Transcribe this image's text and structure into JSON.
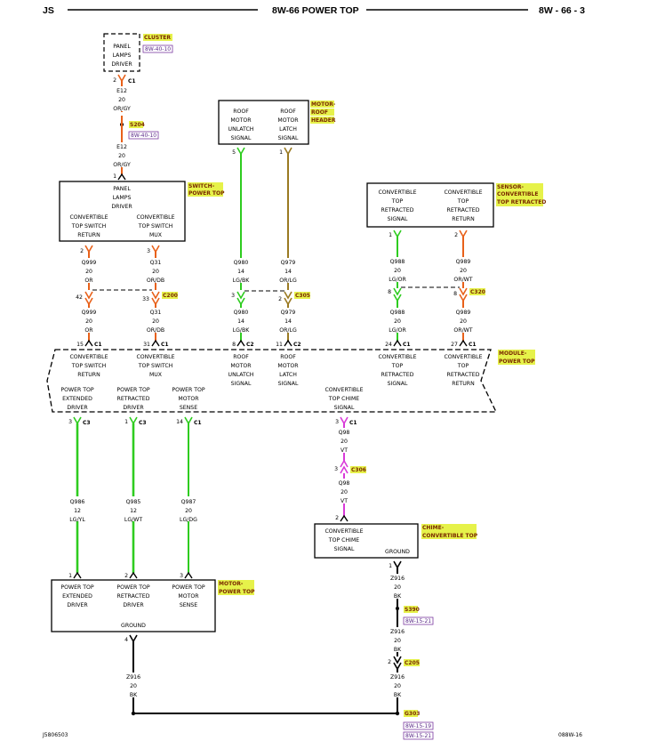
{
  "header": {
    "left": "JS",
    "center": "8W-66 POWER TOP",
    "right": "8W - 66 - 3"
  },
  "footer": {
    "left": "J5806503",
    "right": "088W-16"
  },
  "components": {
    "cluster": {
      "tag": "CLUSTER",
      "ref": "8W-40-10",
      "box": [
        "PANEL",
        "LAMPS",
        "DRIVER"
      ]
    },
    "splice_s204": {
      "tag": "S204",
      "ref": "8W-40-10"
    },
    "roof_header": {
      "tag": [
        "MOTOR-",
        "ROOF",
        "HEADER"
      ],
      "left": [
        "ROOF",
        "MOTOR",
        "UNLATCH",
        "SIGNAL"
      ],
      "right": [
        "ROOF",
        "MOTOR",
        "LATCH",
        "SIGNAL"
      ]
    },
    "switch": {
      "tag": [
        "SWITCH-",
        "POWER TOP"
      ],
      "top": [
        "PANEL",
        "LAMPS",
        "DRIVER"
      ],
      "left": [
        "CONVERTIBLE",
        "TOP SWITCH",
        "RETURN"
      ],
      "right": [
        "CONVERTIBLE",
        "TOP SWITCH",
        "MUX"
      ]
    },
    "sensor": {
      "tag": [
        "SENSOR-",
        "CONVERTIBLE",
        "TOP RETRACTED"
      ],
      "left": [
        "CONVERTIBLE",
        "TOP",
        "RETRACTED",
        "SIGNAL"
      ],
      "right": [
        "CONVERTIBLE",
        "TOP",
        "RETRACTED",
        "RETURN"
      ]
    },
    "module": {
      "tag": [
        "MODULE-",
        "POWER TOP"
      ],
      "upper": [
        [
          "CONVERTIBLE",
          "TOP SWITCH",
          "RETURN"
        ],
        [
          "CONVERTIBLE",
          "TOP SWITCH",
          "MUX"
        ],
        [
          "ROOF",
          "MOTOR",
          "UNLATCH",
          "SIGNAL"
        ],
        [
          "ROOF",
          "MOTOR",
          "LATCH",
          "SIGNAL"
        ],
        [
          "CONVERTIBLE",
          "TOP",
          "RETRACTED",
          "SIGNAL"
        ],
        [
          "CONVERTIBLE",
          "TOP",
          "RETRACTED",
          "RETURN"
        ]
      ],
      "lower": [
        [
          "POWER TOP",
          "EXTENDED",
          "DRIVER"
        ],
        [
          "POWER TOP",
          "RETRACTED",
          "DRIVER"
        ],
        [
          "POWER TOP",
          "MOTOR",
          "SENSE"
        ],
        [
          "CONVERTIBLE",
          "TOP CHIME",
          "SIGNAL"
        ]
      ]
    },
    "motor": {
      "tag": [
        "MOTOR-",
        "POWER TOP"
      ],
      "cols": [
        [
          "POWER TOP",
          "EXTENDED",
          "DRIVER"
        ],
        [
          "POWER TOP",
          "RETRACTED",
          "DRIVER"
        ],
        [
          "POWER TOP",
          "MOTOR",
          "SENSE"
        ]
      ],
      "ground": "GROUND"
    },
    "chime": {
      "tag": [
        "CHIME-",
        "CONVERTIBLE TOP"
      ],
      "box": [
        "CONVERTIBLE",
        "TOP CHIME",
        "SIGNAL"
      ],
      "ground": "GROUND"
    },
    "splice_s390": {
      "tag": "S390",
      "ref": "8W-15-21"
    },
    "ground_g303": {
      "tag": "G303",
      "refs": [
        "8W-15-19",
        "8W-15-21"
      ]
    }
  },
  "connectors": {
    "c1_cluster": {
      "pin": "2",
      "name": "C1"
    },
    "c1_switch_in": {
      "pin": "1",
      "name": ""
    },
    "sw_pin2": {
      "pin": "2",
      "name": ""
    },
    "sw_pin3": {
      "pin": "3",
      "name": ""
    },
    "c200": {
      "pin_left": "42",
      "pin_right": "33",
      "name": "C200"
    },
    "roof_pin5": {
      "pin": "5",
      "name": ""
    },
    "roof_pin1": {
      "pin": "1",
      "name": ""
    },
    "c305": {
      "pin_left": "3",
      "pin_right": "2",
      "name": "C305"
    },
    "sensor_pin1": {
      "pin": "1",
      "name": ""
    },
    "sensor_pin2": {
      "pin": "2",
      "name": ""
    },
    "c320": {
      "pin_left": "8",
      "pin_right": "8",
      "name": "C320"
    },
    "mod_c1_15": {
      "pin": "15",
      "name": "C1"
    },
    "mod_c1_31": {
      "pin": "31",
      "name": "C1"
    },
    "mod_c2_8": {
      "pin": "8",
      "name": "C2"
    },
    "mod_c2_11": {
      "pin": "11",
      "name": "C2"
    },
    "mod_c1_24": {
      "pin": "24",
      "name": "C1"
    },
    "mod_c1_27": {
      "pin": "27",
      "name": "C1"
    },
    "mod_c3_3": {
      "pin": "3",
      "name": "C3"
    },
    "mod_c3_1": {
      "pin": "1",
      "name": "C3"
    },
    "mod_c1_14": {
      "pin": "14",
      "name": "C1"
    },
    "mod_c1_3": {
      "pin": "3",
      "name": "C1"
    },
    "c306": {
      "pin": "3",
      "name": "C306"
    },
    "chime_pin2": {
      "pin": "2",
      "name": ""
    },
    "motor_pin1": {
      "pin": "1",
      "name": ""
    },
    "motor_pin2": {
      "pin": "2",
      "name": ""
    },
    "motor_pin3": {
      "pin": "3",
      "name": ""
    },
    "motor_pin4": {
      "pin": "4",
      "name": ""
    },
    "chime_gnd_pin1": {
      "pin": "1",
      "name": ""
    },
    "c205": {
      "pin": "2",
      "name": "C205"
    }
  },
  "wires": {
    "e12_a": [
      "E12",
      "20",
      "OR/GY"
    ],
    "e12_b": [
      "E12",
      "20",
      "OR/GY"
    ],
    "q999_a": [
      "Q999",
      "20",
      "OR"
    ],
    "q999_b": [
      "Q999",
      "20",
      "OR"
    ],
    "q31_a": [
      "Q31",
      "20",
      "OR/DB"
    ],
    "q31_b": [
      "Q31",
      "20",
      "OR/DB"
    ],
    "q980_a": [
      "Q980",
      "14",
      "LG/BK"
    ],
    "q980_b": [
      "Q980",
      "14",
      "LG/BK"
    ],
    "q979_a": [
      "Q979",
      "14",
      "OR/LG"
    ],
    "q979_b": [
      "Q979",
      "14",
      "OR/LG"
    ],
    "q988_a": [
      "Q988",
      "20",
      "LG/OR"
    ],
    "q988_b": [
      "Q988",
      "20",
      "LG/OR"
    ],
    "q989_a": [
      "Q989",
      "20",
      "OR/WT"
    ],
    "q989_b": [
      "Q989",
      "20",
      "OR/WT"
    ],
    "q986": [
      "Q986",
      "12",
      "LG/YL"
    ],
    "q985": [
      "Q985",
      "12",
      "LG/WT"
    ],
    "q987": [
      "Q987",
      "20",
      "LG/DG"
    ],
    "q98_a": [
      "Q98",
      "20",
      "VT"
    ],
    "q98_b": [
      "Q98",
      "20",
      "VT"
    ],
    "z916_a": [
      "Z916",
      "20",
      "BK"
    ],
    "z916_b": [
      "Z916",
      "20",
      "BK"
    ],
    "z916_c": [
      "Z916",
      "20",
      "BK"
    ],
    "z916_d": [
      "Z916",
      "20",
      "BK"
    ]
  },
  "colors": {
    "orange": "#e8611a",
    "green": "#2ecc1f",
    "olive": "#9a7a22",
    "violet": "#d93ad9",
    "black": "#000000",
    "tag_bg": "#e6f24a",
    "ref_border": "#7a3aa0"
  }
}
